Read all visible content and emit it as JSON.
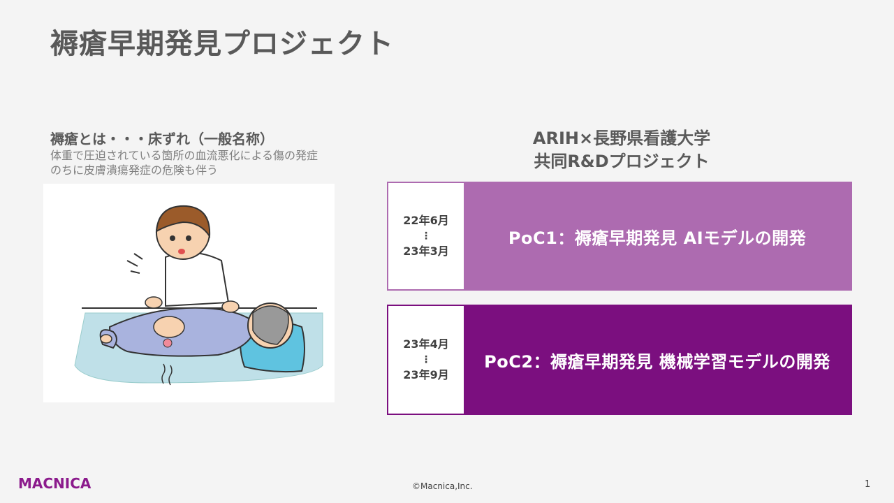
{
  "title": "褥瘡早期発見プロジェクト",
  "left": {
    "heading": "褥瘡とは・・・床ずれ（一般名称）",
    "desc_line1": "体重で圧迫されている箇所の血流悪化による傷の発症",
    "desc_line2": "のちに皮膚潰瘍発症の危険も伴う"
  },
  "right": {
    "heading_line1": "ARIH×長野県看護大学",
    "heading_line2": "共同R&Dプロジェクト"
  },
  "poc": [
    {
      "start": "22年6月",
      "dots": "⋮",
      "end": "23年3月",
      "label": "PoC1：褥瘡早期発見 AIモデルの開発"
    },
    {
      "start": "23年4月",
      "dots": "⋮",
      "end": "23年9月",
      "label": "PoC2：褥瘡早期発見 機械学習モデルの開発"
    }
  ],
  "footer": {
    "logo": "MACNICA",
    "copyright": "©Macnica,Inc.",
    "page": "1"
  },
  "colors": {
    "poc1": "#ad6bb0",
    "poc2": "#7b0f7f",
    "brand": "#8b1a8c"
  }
}
